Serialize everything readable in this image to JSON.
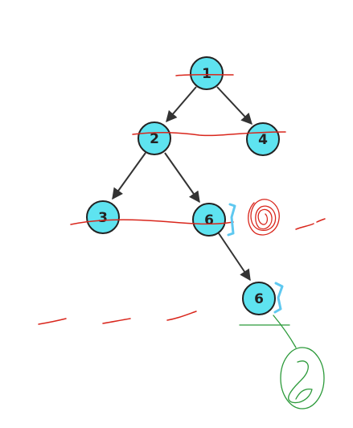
{
  "tree": {
    "nodes": [
      {
        "id": "n1",
        "label": "1"
      },
      {
        "id": "n2",
        "label": "2"
      },
      {
        "id": "n4",
        "label": "4"
      },
      {
        "id": "n3",
        "label": "3"
      },
      {
        "id": "n6a",
        "label": "6"
      },
      {
        "id": "n6b",
        "label": "6"
      }
    ],
    "edges": [
      {
        "from": "n1",
        "to": "n2"
      },
      {
        "from": "n1",
        "to": "n4"
      },
      {
        "from": "n2",
        "to": "n3"
      },
      {
        "from": "n2",
        "to": "n6a"
      },
      {
        "from": "n6a",
        "to": "n6b"
      }
    ]
  },
  "colors": {
    "node_fill": "#5ee3f0",
    "node_stroke": "#222222",
    "edge": "#333333",
    "annotation_red": "#d9261c",
    "annotation_green": "#2c9a3a",
    "annotation_blue": "#5ec8f0"
  }
}
